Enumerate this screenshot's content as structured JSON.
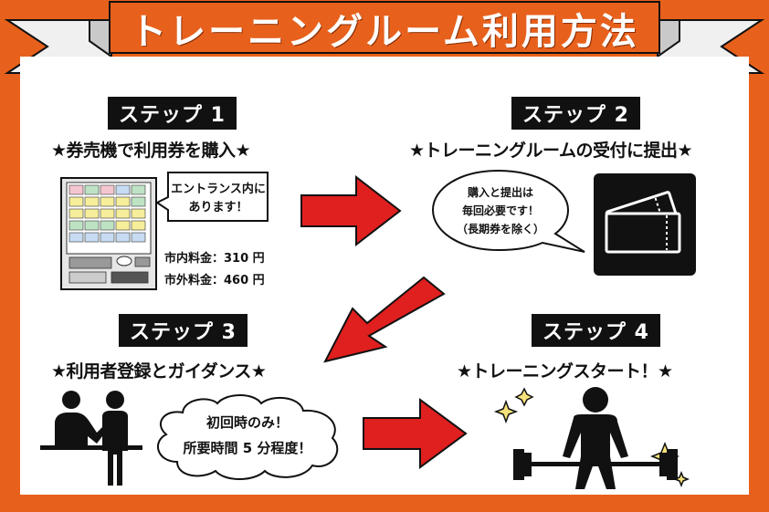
{
  "banner": {
    "title": "トレーニングルーム利用方法",
    "color": "#e8611c"
  },
  "colors": {
    "accent": "#e8611c",
    "arrow": "#e01f1f",
    "label_bg": "#111111"
  },
  "step1": {
    "label": "ステップ 1",
    "title": "★券売機で利用券を購入★",
    "bubble_line1": "エントランス内に",
    "bubble_line2": "あります！",
    "price_city": "市内料金：310 円",
    "price_outside": "市外料金：460 円",
    "icon": "ticket-machine-icon"
  },
  "step2": {
    "label": "ステップ 2",
    "title": "★トレーニングルームの受付に提出★",
    "bubble_line1": "購入と提出は",
    "bubble_line2": "毎回必要です！",
    "bubble_line3": "（長期券を除く）",
    "icon": "tickets-icon"
  },
  "step3": {
    "label": "ステップ 3",
    "title": "★利用者登録とガイダンス★",
    "bubble_line1": "初回時のみ！",
    "bubble_line2": "所要時間 5 分程度！",
    "icon": "reception-people-icon"
  },
  "step4": {
    "label": "ステップ 4",
    "title": "★トレーニングスタート！★",
    "icon": "weightlifter-icon"
  }
}
